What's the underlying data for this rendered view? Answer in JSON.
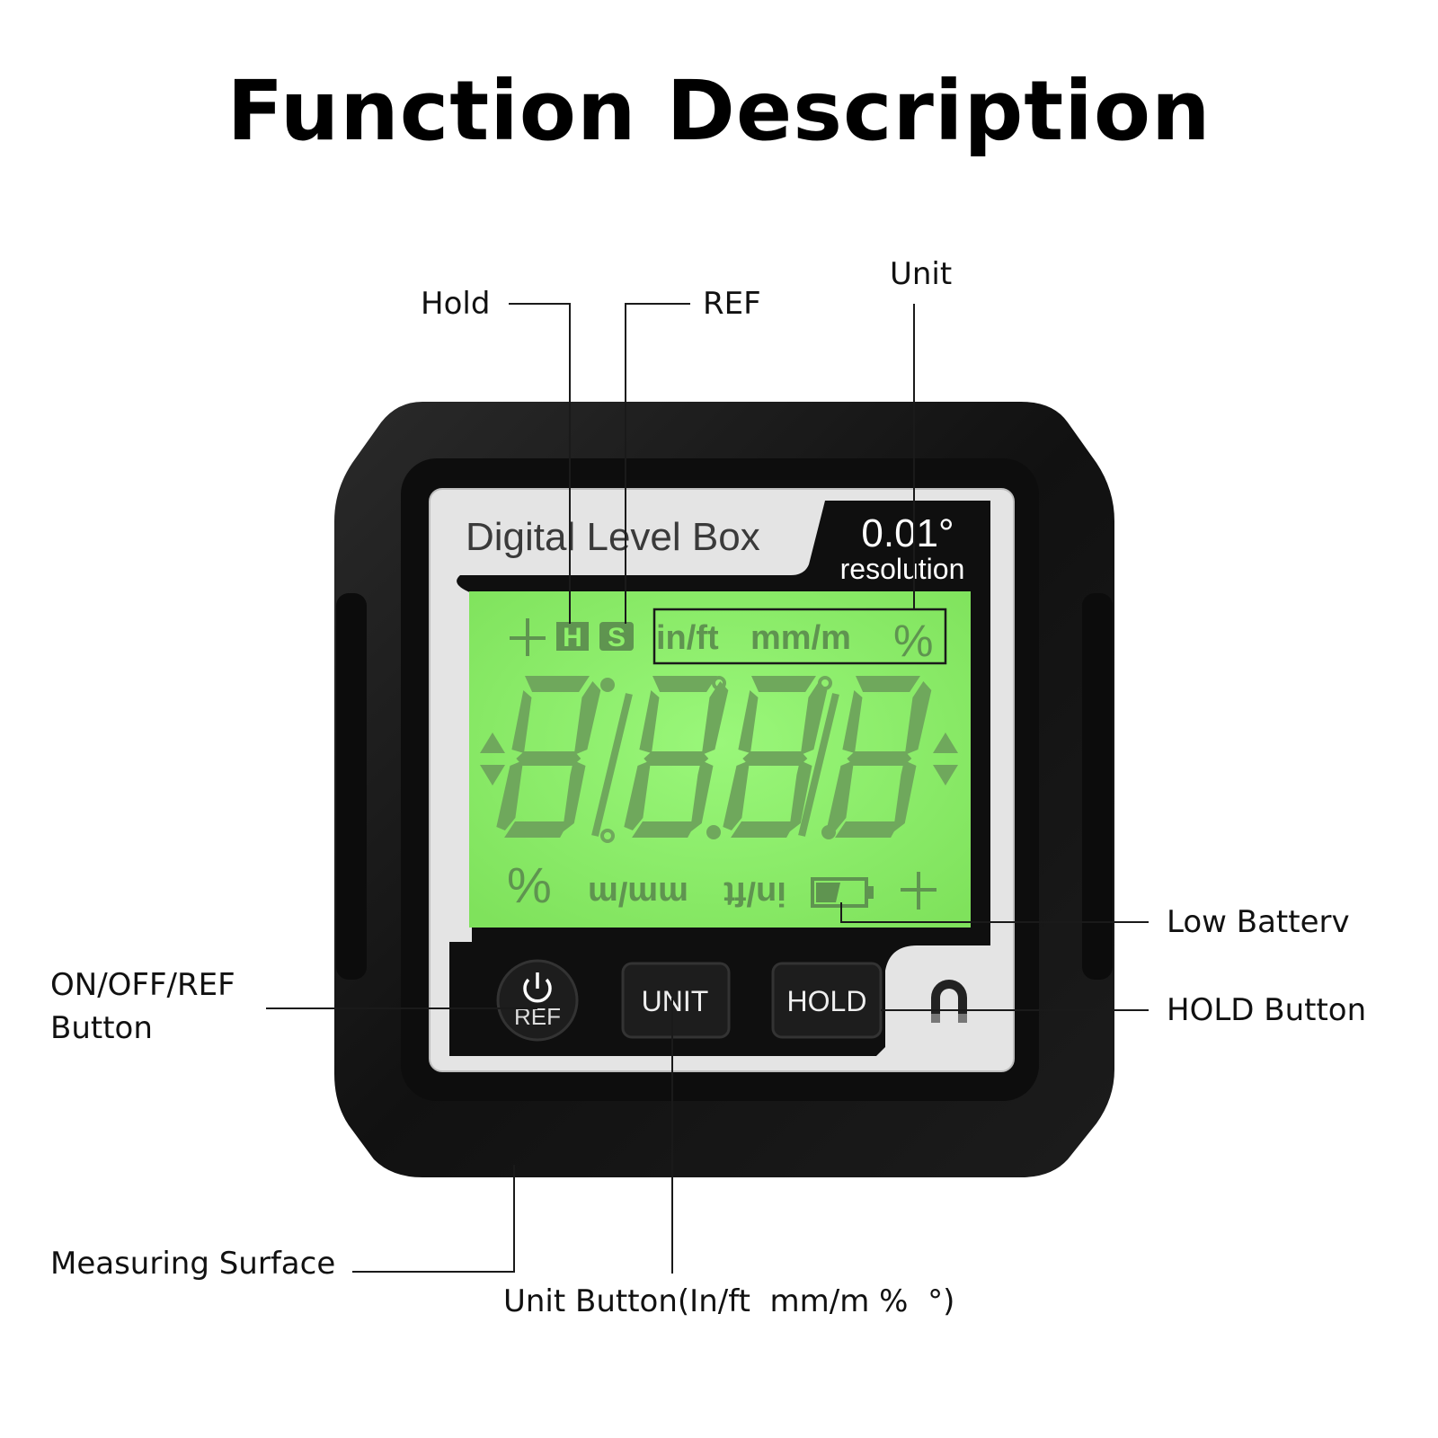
{
  "title": "Function Description",
  "device": {
    "name": "Digital Level Box",
    "resolution_value": "0.01°",
    "resolution_label": "resolution",
    "lcd": {
      "hold_icon": "H",
      "ref_icon": "S",
      "unit_in_ft": "in/ft",
      "unit_mm_m": "mm/m",
      "unit_percent": "%",
      "degree_symbol": "°",
      "bottom_percent": "%",
      "bottom_mm_m": "mm/m",
      "bottom_in_ft": "in/ft",
      "digits": "8.8.8.8"
    },
    "buttons": {
      "power_label": "REF",
      "unit_label": "UNIT",
      "hold_label": "HOLD"
    }
  },
  "callouts": {
    "hold": "Hold",
    "ref": "REF",
    "unit": "Unit",
    "low_battery": "Low Batterv",
    "hold_button": "HOLD Button",
    "on_off_ref_line1": "ON/OFF/REF",
    "on_off_ref_line2": "Button",
    "measuring_surface": "Measuring Surface",
    "unit_button": "Unit Button(In/ft  mm/m %  °)"
  },
  "colors": {
    "lcd_green": "#8ef06a",
    "lcd_segment": "#6fa85c",
    "lcd_glyph": "#5f9450",
    "housing": "#141414",
    "faceplate": "#e6e6e6"
  }
}
